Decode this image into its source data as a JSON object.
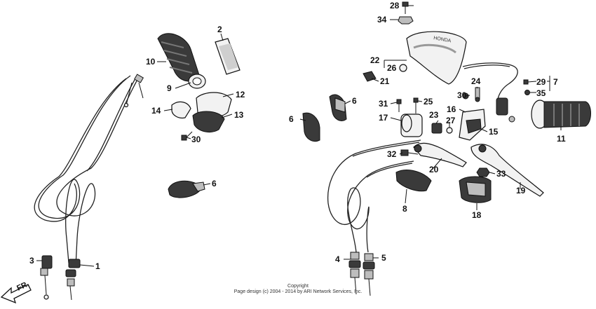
{
  "callouts": [
    {
      "id": "c1",
      "text": "1"
    },
    {
      "id": "c2",
      "text": "2"
    },
    {
      "id": "c3",
      "text": "3"
    },
    {
      "id": "c4",
      "text": "4"
    },
    {
      "id": "c5",
      "text": "5"
    },
    {
      "id": "c6a",
      "text": "6"
    },
    {
      "id": "c6b",
      "text": "6"
    },
    {
      "id": "c6c",
      "text": "6"
    },
    {
      "id": "c7",
      "text": "7"
    },
    {
      "id": "c8",
      "text": "8"
    },
    {
      "id": "c9",
      "text": "9"
    },
    {
      "id": "c10",
      "text": "10"
    },
    {
      "id": "c11",
      "text": "11"
    },
    {
      "id": "c12",
      "text": "12"
    },
    {
      "id": "c13",
      "text": "13"
    },
    {
      "id": "c14",
      "text": "14"
    },
    {
      "id": "c15",
      "text": "15"
    },
    {
      "id": "c16",
      "text": "16"
    },
    {
      "id": "c17",
      "text": "17"
    },
    {
      "id": "c18",
      "text": "18"
    },
    {
      "id": "c19",
      "text": "19"
    },
    {
      "id": "c20",
      "text": "20"
    },
    {
      "id": "c21",
      "text": "21"
    },
    {
      "id": "c22",
      "text": "22"
    },
    {
      "id": "c23",
      "text": "23"
    },
    {
      "id": "c24",
      "text": "24"
    },
    {
      "id": "c25",
      "text": "25"
    },
    {
      "id": "c26",
      "text": "26"
    },
    {
      "id": "c27",
      "text": "27"
    },
    {
      "id": "c28",
      "text": "28"
    },
    {
      "id": "c29",
      "text": "29"
    },
    {
      "id": "c30a",
      "text": "30"
    },
    {
      "id": "c30b",
      "text": "30"
    },
    {
      "id": "c31",
      "text": "31"
    },
    {
      "id": "c32",
      "text": "32"
    },
    {
      "id": "c33",
      "text": "33"
    },
    {
      "id": "c34",
      "text": "34"
    },
    {
      "id": "c35",
      "text": "35"
    }
  ],
  "direction_label": "FR.",
  "copyright": {
    "line1": "Copyright",
    "line2": "Page design (c) 2004 - 2014 by ARI Network Services, Inc."
  },
  "logo_text": "HONDA"
}
